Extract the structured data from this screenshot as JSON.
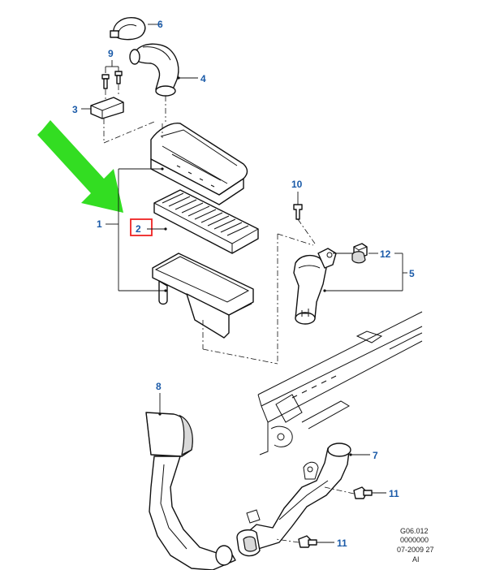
{
  "callouts": {
    "c1": "1",
    "c2": "2",
    "c3": "3",
    "c4": "4",
    "c5": "5",
    "c6": "6",
    "c7": "7",
    "c8": "8",
    "c9": "9",
    "c10": "10",
    "c11a": "11",
    "c11b": "11",
    "c12": "12"
  },
  "reference": {
    "line1": "G06.012",
    "line2": "0000000",
    "line3": "07-2009 27",
    "line4": "AI"
  },
  "colors": {
    "callout": "#1a5aa8",
    "arrow": "#33dd22",
    "highlight": "#ee2222"
  }
}
